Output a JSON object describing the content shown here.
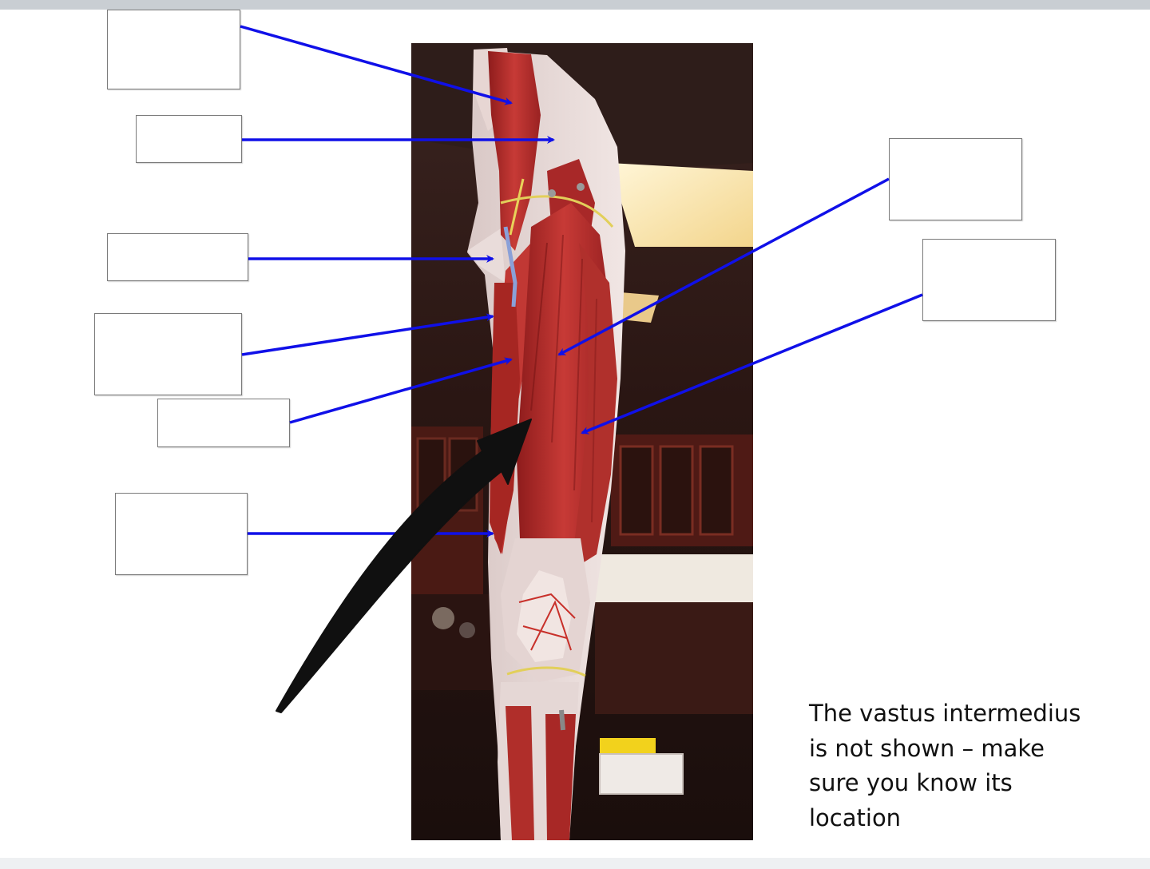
{
  "note": {
    "lines": [
      "The vastus intermedius",
      "is not shown – make",
      "sure you know its",
      "location"
    ]
  },
  "colors": {
    "pointer_lines": "#1010e8",
    "curved_arrow": "#101010",
    "muscle_red": "#b22a2a",
    "background_dark": "#2a1714"
  },
  "label_boxes": [
    {
      "id": "label-1",
      "side": "left",
      "value": ""
    },
    {
      "id": "label-2",
      "side": "left",
      "value": ""
    },
    {
      "id": "label-3",
      "side": "left",
      "value": ""
    },
    {
      "id": "label-4",
      "side": "left",
      "value": ""
    },
    {
      "id": "label-5",
      "side": "left",
      "value": ""
    },
    {
      "id": "label-6",
      "side": "left",
      "value": ""
    },
    {
      "id": "label-7",
      "side": "right",
      "value": ""
    },
    {
      "id": "label-8",
      "side": "right",
      "value": ""
    }
  ]
}
